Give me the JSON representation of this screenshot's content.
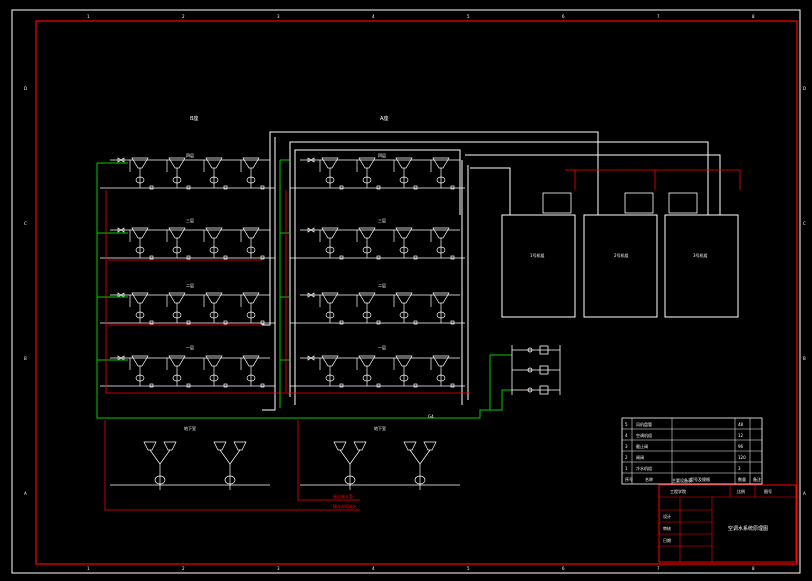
{
  "colors": {
    "background": "#000000",
    "frame_outer": "#ffffff",
    "frame_inner": "#ff0000",
    "pipe_white": "#ffffff",
    "pipe_green": "#00cc00",
    "pipe_red": "#ff0000",
    "equipment": "#ffffff"
  },
  "border_labels": {
    "top": [
      "1",
      "2",
      "3",
      "4",
      "5",
      "6",
      "7",
      "8"
    ],
    "bottom": [
      "1",
      "2",
      "3",
      "4",
      "5",
      "6",
      "7",
      "8"
    ],
    "left": [
      "D",
      "C",
      "B",
      "A"
    ],
    "right": [
      "D",
      "C",
      "B",
      "A"
    ]
  },
  "sections": {
    "left_title": "B座",
    "right_title": "A座",
    "left_floors": [
      "四层",
      "三层",
      "二层",
      "一层"
    ],
    "right_floors": [
      "四层",
      "三层",
      "二层",
      "一层"
    ],
    "left_basement": "地下室",
    "right_basement": "地下室"
  },
  "plant": {
    "units": [
      "1号机组",
      "2号机组",
      "3号机组"
    ],
    "pipe_label": "G4"
  },
  "notes": [
    "接自来水管",
    "接冷却塔补水"
  ],
  "legend": {
    "rows": [
      {
        "no": "5",
        "name": "风机盘管",
        "qty": "48"
      },
      {
        "no": "4",
        "name": "空调机组",
        "qty": "12"
      },
      {
        "no": "3",
        "name": "截止阀",
        "qty": "96"
      },
      {
        "no": "2",
        "name": "闸阀",
        "qty": "120"
      },
      {
        "no": "1",
        "name": "冷水机组",
        "qty": "3"
      }
    ],
    "header": {
      "no": "序号",
      "name": "名称",
      "spec": "型号及规格",
      "qty": "数量",
      "note": "备注"
    },
    "caption": "主要设备表"
  },
  "title_block": {
    "drawing_title": "空调水系统原理图",
    "school": "工程学院",
    "scale": "比例",
    "sheet": "图号",
    "designer": "设计",
    "checker": "审核",
    "date": "日期"
  }
}
